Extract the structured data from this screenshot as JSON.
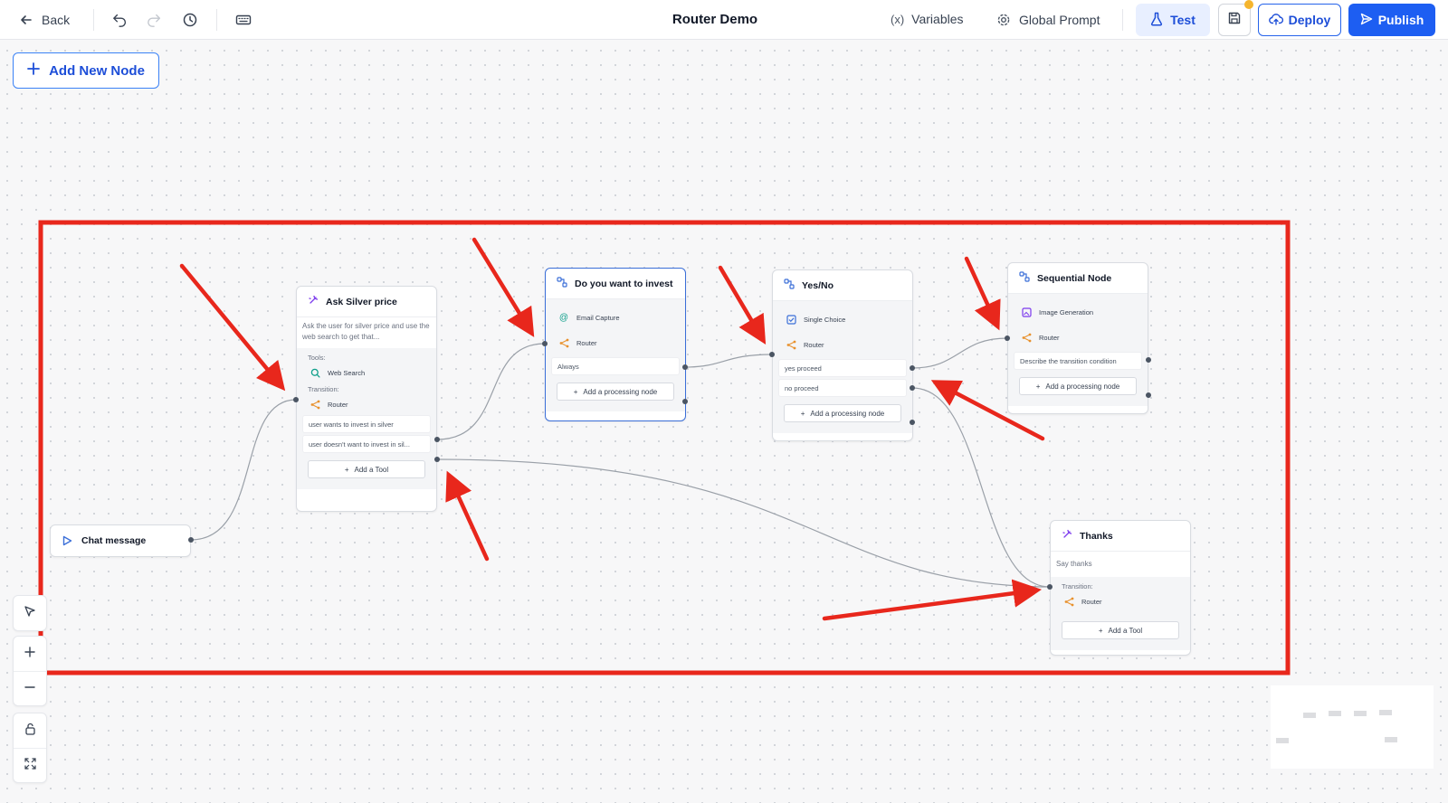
{
  "topbar": {
    "back_label": "Back",
    "title": "Router Demo",
    "variables_label": "Variables",
    "variables_prefix": "(x)",
    "global_prompt_label": "Global Prompt",
    "test_label": "Test",
    "deploy_label": "Deploy",
    "publish_label": "Publish"
  },
  "canvas": {
    "add_node_label": "Add New Node"
  },
  "nodes": {
    "chat_message": {
      "title": "Chat message"
    },
    "ask_silver": {
      "title": "Ask Silver price",
      "description": "Ask the user for silver price and use the web search to get that...",
      "tools_label": "Tools:",
      "tool": "Web Search",
      "transition_label": "Transition:",
      "router": "Router",
      "conditions": [
        "user wants to invest in silver",
        "user doesn't want to invest in sil..."
      ],
      "add_tool_label": "Add a Tool"
    },
    "invest": {
      "title": "Do you want to invest",
      "item": "Email Capture",
      "router": "Router",
      "condition": "Always",
      "add_label": "Add a processing node"
    },
    "yesno": {
      "title": "Yes/No",
      "item": "Single Choice",
      "router": "Router",
      "conditions": [
        "yes proceed",
        "no proceed"
      ],
      "add_label": "Add a processing node"
    },
    "sequential": {
      "title": "Sequential Node",
      "item": "Image Generation",
      "router": "Router",
      "condition": "Describe the transition condition",
      "add_label": "Add a processing node"
    },
    "thanks": {
      "title": "Thanks",
      "description": "Say thanks",
      "transition_label": "Transition:",
      "router": "Router",
      "add_tool_label": "Add a Tool"
    }
  },
  "colors": {
    "accent": "#1d5ef2",
    "annotation_red": "#e8271c",
    "router_orange": "#e8912d",
    "ai_purple": "#7c3aed",
    "node_icon_blue": "#3b6fd8"
  }
}
